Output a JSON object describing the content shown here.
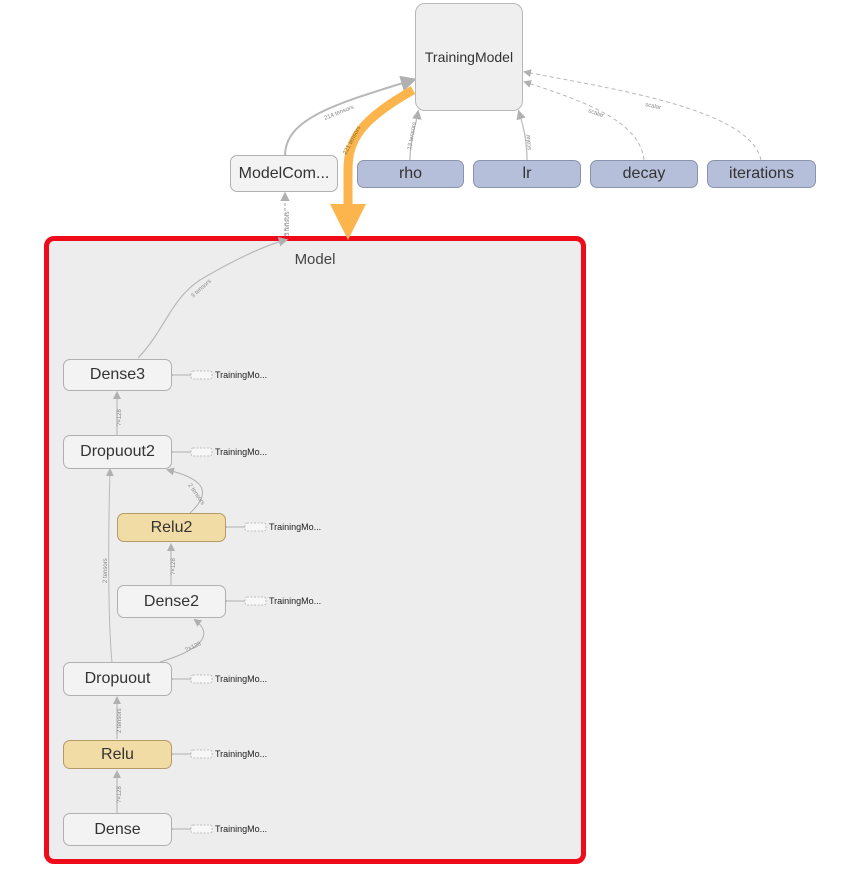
{
  "top_node": {
    "label": "TrainingModel"
  },
  "inputs": [
    {
      "label": "ModelCom..."
    },
    {
      "label": "rho"
    },
    {
      "label": "lr"
    },
    {
      "label": "decay"
    },
    {
      "label": "iterations"
    }
  ],
  "model": {
    "title": "Model",
    "layers": [
      {
        "label": "Dense3",
        "ref": "TrainingMo..."
      },
      {
        "label": "Dropuout2",
        "ref": "TrainingMo..."
      },
      {
        "label": "Relu2",
        "ref": "TrainingMo..."
      },
      {
        "label": "Dense2",
        "ref": "TrainingMo..."
      },
      {
        "label": "Dropuout",
        "ref": "TrainingMo..."
      },
      {
        "label": "Relu",
        "ref": "TrainingMo..."
      },
      {
        "label": "Dense",
        "ref": "TrainingMo..."
      }
    ]
  },
  "edges": {
    "modelcomp_to_top": "214 tensors",
    "model_to_top": "221 tensors",
    "rho_to_top": "13 tensors",
    "lr_to_top": "scalar",
    "decay_to_top": "scalar",
    "iterations_to_top": "scalar",
    "model_to_modelcomp": "3 tensors",
    "dense3_out": "3 tensors",
    "dropout2_to_dense3": "?×128",
    "relu2_to_dropout2": "2 tensors",
    "dense2_to_relu2": "?×128",
    "dropout_to_dense2": "?×128",
    "dropout_to_dropout2": "2 tensors",
    "relu_to_dropout": "2 tensors",
    "dense_to_relu": "?×128"
  },
  "colors": {
    "highlight": "#ee0c1a",
    "main_edge": "#fbb54c",
    "param_fill": "#b6bfd9",
    "relu_fill": "#f2dca6",
    "op_fill": "#f3f3f3"
  }
}
